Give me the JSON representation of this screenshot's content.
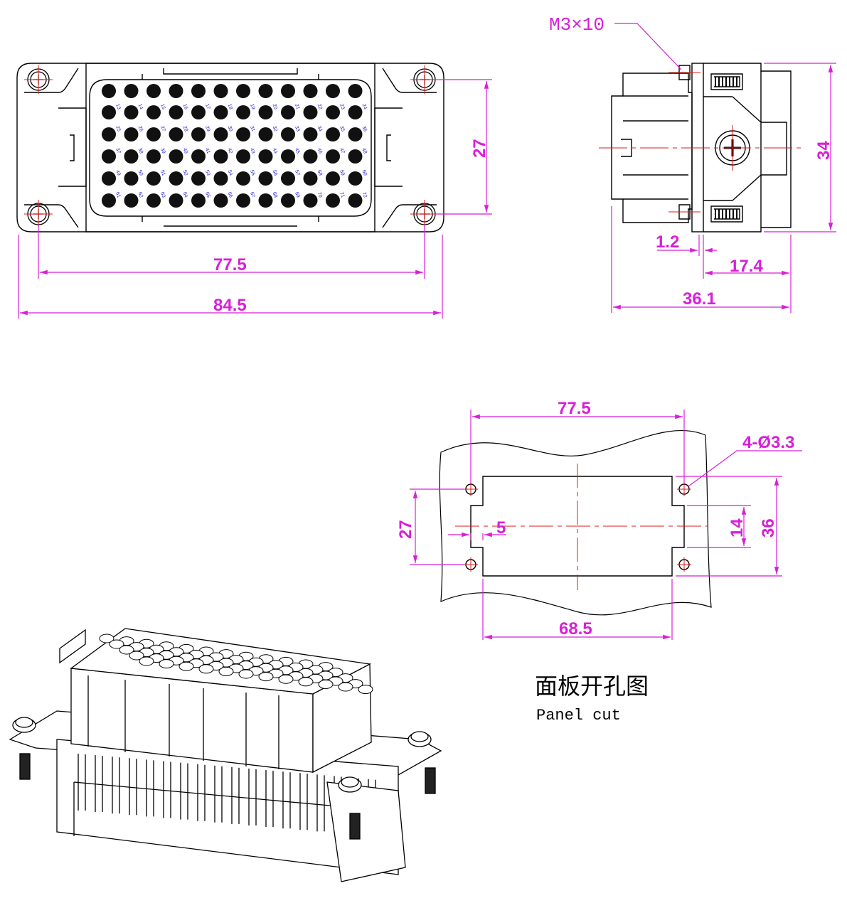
{
  "colors": {
    "outline": "#000000",
    "dimension": "#d81fd8",
    "centerline": "#e01818",
    "pin_label": "#2222dd",
    "fill": "#ffffff"
  },
  "front_view": {
    "dim_width_inner": "77.5",
    "dim_width_outer": "84.5",
    "dim_height": "27",
    "pin_labels": [
      "13",
      "14",
      "15",
      "16",
      "17",
      "18",
      "19",
      "20",
      "21",
      "22",
      "23",
      "24",
      "25",
      "26",
      "27",
      "28",
      "29",
      "30",
      "31",
      "32",
      "33",
      "34",
      "35",
      "36",
      "37",
      "38",
      "39",
      "40",
      "41",
      "42",
      "43",
      "44",
      "45",
      "46",
      "47",
      "48",
      "49",
      "50",
      "51",
      "52",
      "53",
      "54",
      "55",
      "56",
      "57",
      "58",
      "59",
      "60",
      "61",
      "62",
      "63",
      "64",
      "65",
      "66",
      "67",
      "68",
      "69",
      "70",
      "71",
      "72"
    ]
  },
  "side_view": {
    "screw_note": "M3×10",
    "dim_height": "34",
    "dim_plate": "1.2",
    "dim_depth_rear": "17.4",
    "dim_depth_total": "36.1"
  },
  "panel_cut": {
    "dim_hole_spacing": "77.5",
    "dim_holes": "4-Ø3.3",
    "dim_hole_height": "27",
    "dim_offset": "5",
    "dim_notch": "14",
    "dim_cut_height": "36",
    "dim_cut_width": "68.5",
    "title_cn": "面板开孔图",
    "title_en": "Panel cut"
  }
}
